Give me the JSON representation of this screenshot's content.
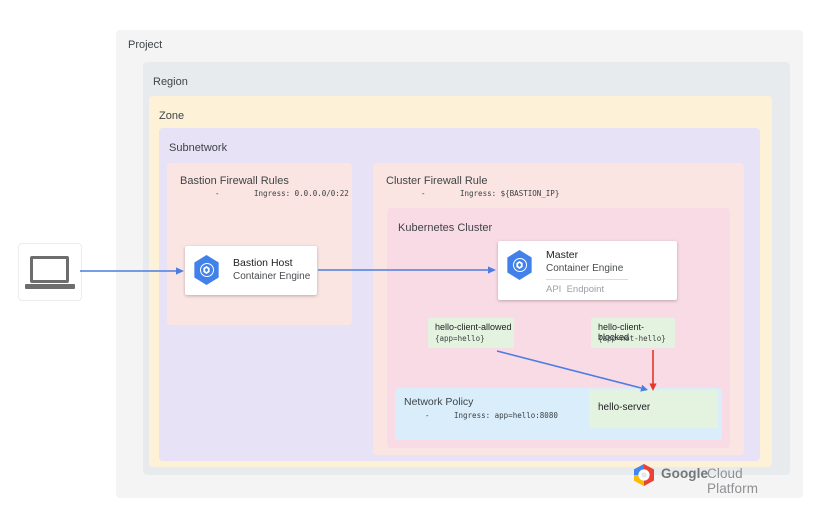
{
  "nest": {
    "project": {
      "label": "Project"
    },
    "region": {
      "label": "Region"
    },
    "zone": {
      "label": "Zone"
    },
    "subnetwork": {
      "label": "Subnetwork"
    }
  },
  "firewalls": {
    "bastion": {
      "label": "Bastion Firewall Rules",
      "bullet": "-",
      "rule": "Ingress: 0.0.0.0/0:22"
    },
    "cluster": {
      "label": "Cluster Firewall Rule",
      "bullet": "-",
      "rule": "Ingress: ${BASTION_IP}"
    }
  },
  "kubernetes": {
    "label": "Kubernetes Cluster"
  },
  "cards": {
    "bastion_host": {
      "title": "Bastion Host",
      "subtitle": "Container Engine"
    },
    "master": {
      "title": "Master",
      "subtitle": "Container Engine",
      "endpoint": "API  Endpoint"
    }
  },
  "pods": {
    "allowed": {
      "name": "hello-client-allowed",
      "selector": "{app=hello}"
    },
    "blocked": {
      "name": "hello-client-blocked",
      "selector": "{app=not-hello}"
    },
    "server": {
      "name": "hello-server"
    }
  },
  "network_policy": {
    "label": "Network Policy",
    "bullet": "-",
    "rule": "Ingress: app=hello:8080"
  },
  "footer": {
    "google": "Google",
    "cloud_platform": "Cloud Platform"
  },
  "icons": {
    "laptop": "laptop-icon",
    "gke": "gke-hexagon-icon",
    "gcp_logo": "google-cloud-platform-logo"
  },
  "colors": {
    "project": "#f4f4f4",
    "region": "#e8ebee",
    "zone": "#fdf1d8",
    "subnetwork": "#e7e2f6",
    "firewall": "#fae5e2",
    "cluster": "#f9dbe5",
    "network_policy": "#d9edfb",
    "pod_green": "#e4f3df",
    "gke_blue": "#4281e9",
    "arrow_blue": "#4d7ce2",
    "arrow_red": "#e8352b",
    "logo_blue": "#4285f4",
    "logo_red": "#ea4335",
    "logo_yellow": "#fbbc05"
  }
}
